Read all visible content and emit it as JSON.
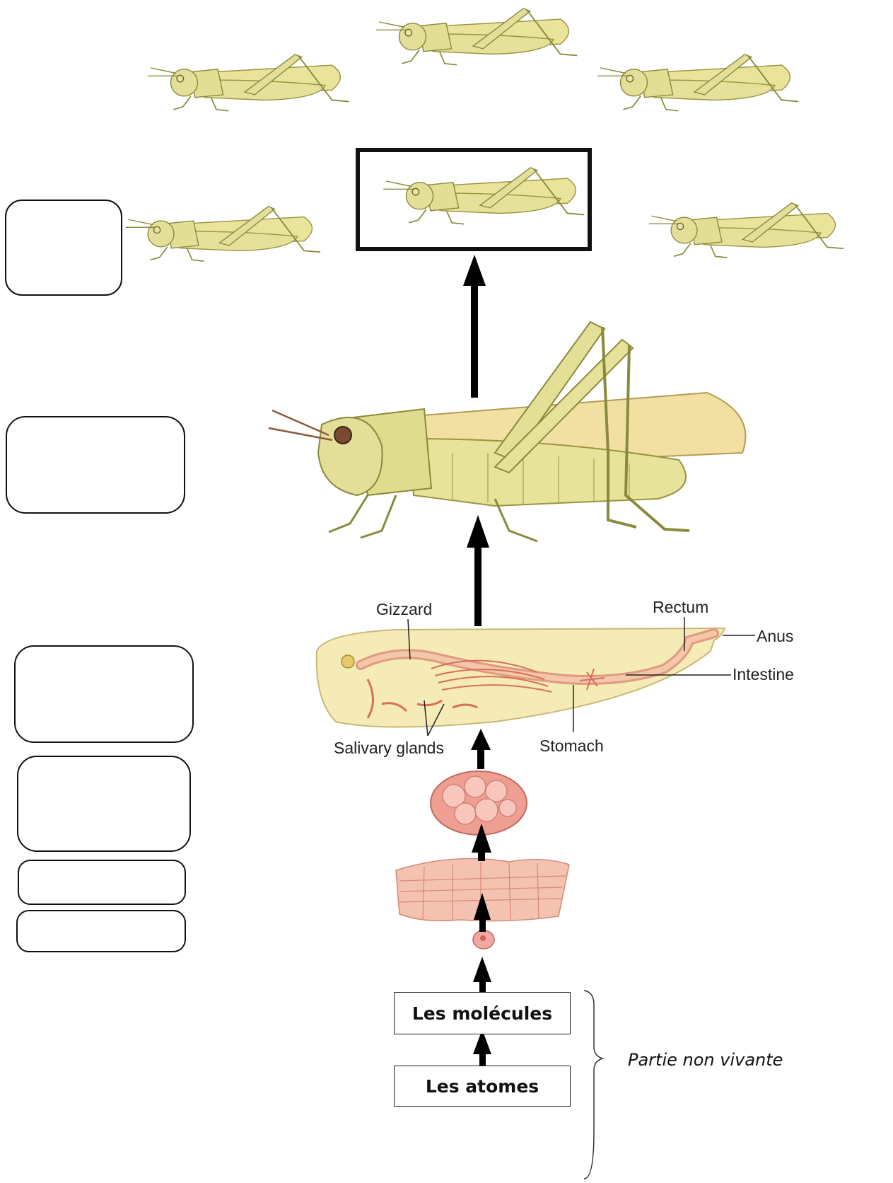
{
  "organ_labels": {
    "gizzard": "Gizzard",
    "rectum": "Rectum",
    "anus": "Anus",
    "intestine": "Intestine",
    "salivary_glands": "Salivary glands",
    "stomach": "Stomach"
  },
  "levels": {
    "molecules": "Les molécules",
    "atoms": "Les atomes"
  },
  "bracket_note": "Partie non vivante",
  "colors": {
    "grasshopper_body": "#e3e29a",
    "grasshopper_outline": "#8a8a3c",
    "wing": "#f2e2a0",
    "tissue": "#f0b0a0",
    "cell": "#ea9c90",
    "arrow": "#000000"
  },
  "empty_boxes": [
    "population-box",
    "organism-box",
    "organ-system-box",
    "organ-box",
    "tissue-box",
    "cell-box"
  ]
}
